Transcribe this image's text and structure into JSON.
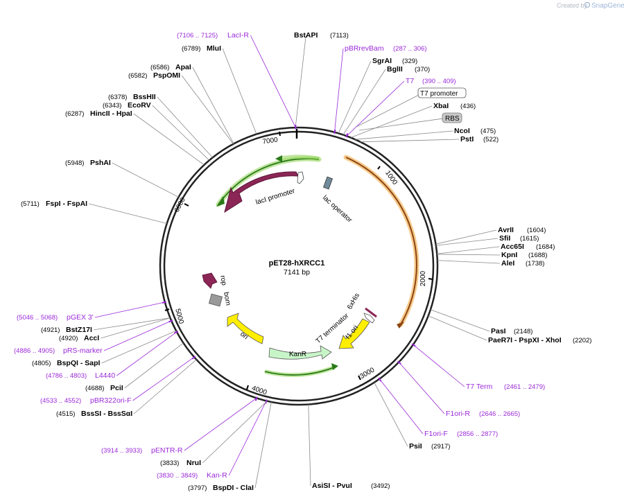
{
  "credit": {
    "text": "Created by",
    "brand": "SnapGene"
  },
  "plasmid": {
    "name": "pET28-hXRCC1",
    "length_label": "7141 bp",
    "total_bp": 7141
  },
  "ruler_ticks": [
    "1000",
    "2000",
    "3000",
    "4000",
    "5000",
    "6000",
    "7000"
  ],
  "sites": [
    {
      "id": "bstapi",
      "name": "BstAPI",
      "pos": "(7113)",
      "bp": 7113,
      "primer": false
    },
    {
      "id": "mlui",
      "name": "MluI",
      "pos": "(6789)",
      "bp": 6789,
      "primer": false
    },
    {
      "id": "apai",
      "name": "ApaI",
      "pos": "(6586)",
      "bp": 6586,
      "primer": false
    },
    {
      "id": "psp-omi",
      "name": "PspOMI",
      "pos": "(6582)",
      "bp": 6582,
      "primer": false
    },
    {
      "id": "bsshii",
      "name": "BssHII",
      "pos": "(6378)",
      "bp": 6378,
      "primer": false
    },
    {
      "id": "ecorv",
      "name": "EcoRV",
      "pos": "(6343)",
      "bp": 6343,
      "primer": false
    },
    {
      "id": "hincii-hpai",
      "name": "HincII  - HpaI",
      "pos": "(6287)",
      "bp": 6287,
      "primer": false
    },
    {
      "id": "pshai",
      "name": "PshAI",
      "pos": "(5948)",
      "bp": 5948,
      "primer": false
    },
    {
      "id": "fspi-fspai",
      "name": "FspI  - FspAI",
      "pos": "(5711)",
      "bp": 5711,
      "primer": false
    },
    {
      "id": "laci-r",
      "name": "LacI-R",
      "pos": "(7106 .. 7125)",
      "bp": 7115,
      "primer": true
    },
    {
      "id": "pbrrevbam",
      "name": "pBRrevBam",
      "pos": "(287 .. 306)",
      "bp": 296,
      "primer": true
    },
    {
      "id": "sgrai",
      "name": "SgrAI",
      "pos": "(329)",
      "bp": 329,
      "primer": false
    },
    {
      "id": "bglii",
      "name": "BglII",
      "pos": "(370)",
      "bp": 370,
      "primer": false
    },
    {
      "id": "t7",
      "name": "T7",
      "pos": "(390 .. 409)",
      "bp": 400,
      "primer": true
    },
    {
      "id": "xbai",
      "name": "XbaI",
      "pos": "(436)",
      "bp": 436,
      "primer": false
    },
    {
      "id": "ncoi",
      "name": "NcoI",
      "pos": "(475)",
      "bp": 475,
      "primer": false
    },
    {
      "id": "psti",
      "name": "PstI",
      "pos": "(522)",
      "bp": 522,
      "primer": false
    },
    {
      "id": "avrii",
      "name": "AvrII",
      "pos": "(1604)",
      "bp": 1604,
      "primer": false
    },
    {
      "id": "sfii",
      "name": "SfiI",
      "pos": "(1615)",
      "bp": 1615,
      "primer": false
    },
    {
      "id": "acc65i",
      "name": "Acc65I",
      "pos": "(1684)",
      "bp": 1684,
      "primer": false
    },
    {
      "id": "kpni",
      "name": "KpnI",
      "pos": "(1688)",
      "bp": 1688,
      "primer": false
    },
    {
      "id": "alei",
      "name": "AleI",
      "pos": "(1738)",
      "bp": 1738,
      "primer": false
    },
    {
      "id": "pasi",
      "name": "PasI",
      "pos": "(2148)",
      "bp": 2148,
      "primer": false
    },
    {
      "id": "paer7i",
      "name": "PaeR7I  - PspXI  - XhoI",
      "pos": "(2202)",
      "bp": 2202,
      "primer": false
    },
    {
      "id": "t7-term",
      "name": "T7 Term",
      "pos": "(2461 .. 2479)",
      "bp": 2470,
      "primer": true
    },
    {
      "id": "f1ori-r",
      "name": "F1ori-R",
      "pos": "(2646 .. 2665)",
      "bp": 2655,
      "primer": true
    },
    {
      "id": "f1ori-f",
      "name": "F1ori-F",
      "pos": "(2856 .. 2877)",
      "bp": 2866,
      "primer": true
    },
    {
      "id": "psii",
      "name": "PsiI",
      "pos": "(2917)",
      "bp": 2917,
      "primer": false
    },
    {
      "id": "asisi-pvui",
      "name": "AsiSI  - PvuI",
      "pos": "(3492)",
      "bp": 3492,
      "primer": false
    },
    {
      "id": "bspdi-clai",
      "name": "BspDI  - ClaI",
      "pos": "(3797)",
      "bp": 3797,
      "primer": false
    },
    {
      "id": "kan-r",
      "name": "Kan-R",
      "pos": "(3830 .. 3849)",
      "bp": 3839,
      "primer": true
    },
    {
      "id": "nrui",
      "name": "NruI",
      "pos": "(3833)",
      "bp": 3833,
      "primer": false
    },
    {
      "id": "pentr-r",
      "name": "pENTR-R",
      "pos": "(3914 .. 3933)",
      "bp": 3923,
      "primer": true
    },
    {
      "id": "bsssi",
      "name": "BssSI  - BssSαI",
      "pos": "(4515)",
      "bp": 4515,
      "primer": false
    },
    {
      "id": "pbr322ori-f",
      "name": "pBR322ori-F",
      "pos": "(4533 .. 4552)",
      "bp": 4542,
      "primer": true
    },
    {
      "id": "pcii",
      "name": "PciI",
      "pos": "(4688)",
      "bp": 4688,
      "primer": false
    },
    {
      "id": "l4440",
      "name": "L4440",
      "pos": "(4786 .. 4803)",
      "bp": 4794,
      "primer": true
    },
    {
      "id": "bspqi-sapi",
      "name": "BspQI  - SapI",
      "pos": "(4805)",
      "bp": 4805,
      "primer": false
    },
    {
      "id": "prs-marker",
      "name": "pRS-marker",
      "pos": "(4886 .. 4905)",
      "bp": 4895,
      "primer": true
    },
    {
      "id": "acci",
      "name": "AccI",
      "pos": "(4920)",
      "bp": 4920,
      "primer": false
    },
    {
      "id": "bstz17i",
      "name": "BstZ17I",
      "pos": "(4921)",
      "bp": 4921,
      "primer": false
    },
    {
      "id": "pgex3",
      "name": "pGEX 3'",
      "pos": "(5046 .. 5068)",
      "bp": 5057,
      "primer": true
    }
  ],
  "boxed_labels": {
    "t7_promoter": "T7 promoter",
    "rbs": "RBS"
  },
  "features": {
    "laci": "lacI",
    "laci_promoter": "lacI promoter",
    "lac_operator": "lac operator",
    "rop": "rop",
    "bom": "bom",
    "ori": "ori",
    "kanr": "KanR",
    "f1_ori": "f1 ori",
    "t7_terminator": "T7 terminator",
    "his_tag": "6xHis"
  },
  "colors": {
    "backbone": "#222222",
    "primer": "#9a28d8",
    "laci": "#8b2656",
    "ori": "#ffee00",
    "kanr": "#c8f5c8",
    "orf_glow": "#8dd14f",
    "insert_glow": "#f0a030",
    "lac_operator": "#6f8a9a"
  }
}
